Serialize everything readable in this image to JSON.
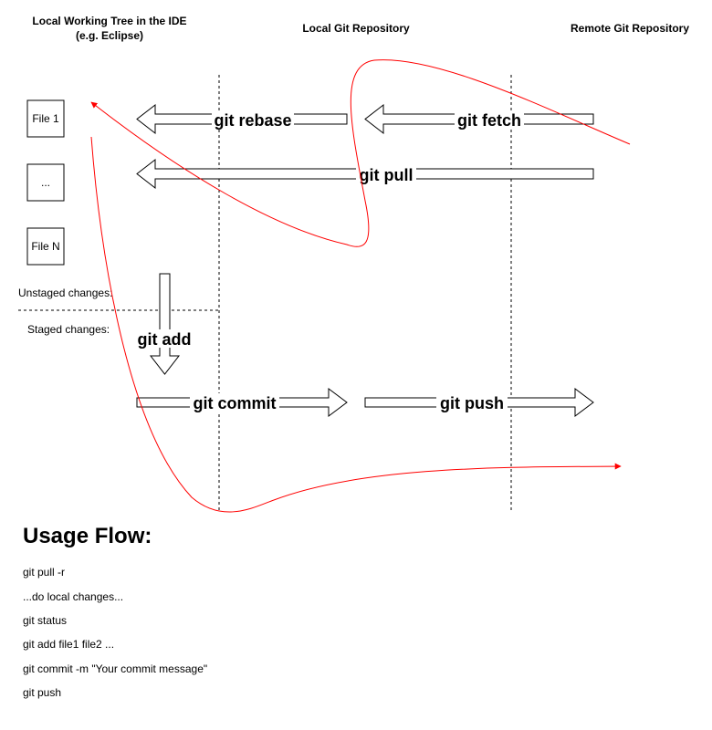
{
  "headers": {
    "working_tree_line1": "Local Working Tree in the IDE",
    "working_tree_line2": "(e.g. Eclipse)",
    "local_repo": "Local Git Repository",
    "remote_repo": "Remote Git Repository"
  },
  "files": [
    "File 1",
    "...",
    "File N"
  ],
  "areas": {
    "unstaged": "Unstaged changes:",
    "staged": "Staged changes:"
  },
  "commands": {
    "rebase": "git rebase",
    "fetch": "git fetch",
    "pull": "git pull",
    "add": "git add",
    "commit": "git commit",
    "push": "git push"
  },
  "colors": {
    "flow_curve": "#ff0000",
    "arrow_outline": "#000000"
  },
  "usage": {
    "title": "Usage Flow:",
    "steps": [
      "git pull -r",
      "...do local changes...",
      "git status",
      "git add file1 file2 ...",
      "git commit -m \"Your commit message\"",
      "git push"
    ]
  }
}
